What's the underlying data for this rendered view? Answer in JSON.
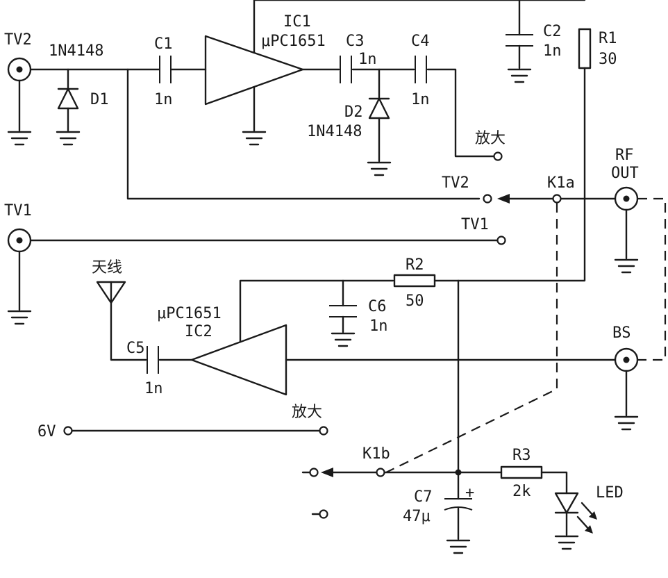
{
  "labels": {
    "tv2_in": "TV2",
    "tv1_in": "TV1",
    "d1_part": "1N4148",
    "d1_ref": "D1",
    "c1_ref": "C1",
    "c1_val": "1n",
    "ic1_ref": "IC1",
    "ic1_part": "μPC1651",
    "c3_ref": "C3",
    "c3_val": "1n",
    "c4_ref": "C4",
    "c4_val": "1n",
    "d2_ref": "D2",
    "d2_part": "1N4148",
    "amp_out_top": "放大",
    "c2_ref": "C2",
    "c2_val": "1n",
    "r1_ref": "R1",
    "r1_val": "30",
    "rf_out_1": "RF",
    "rf_out_2": "OUT",
    "k1a": "K1a",
    "tv2_contact": "TV2",
    "tv1_contact": "TV1",
    "antenna": "天线",
    "r2_ref": "R2",
    "r2_val": "50",
    "c6_ref": "C6",
    "c6_val": "1n",
    "ic2_part": "μPC1651",
    "ic2_ref": "IC2",
    "c5_ref": "C5",
    "c5_val": "1n",
    "bs": "BS",
    "supply": "6V",
    "amp_out_bottom": "放大",
    "k1b": "K1b",
    "r3_ref": "R3",
    "r3_val": "2k",
    "led": "LED",
    "c7_ref": "C7",
    "c7_val": "47μ",
    "c7_plus": "+"
  }
}
